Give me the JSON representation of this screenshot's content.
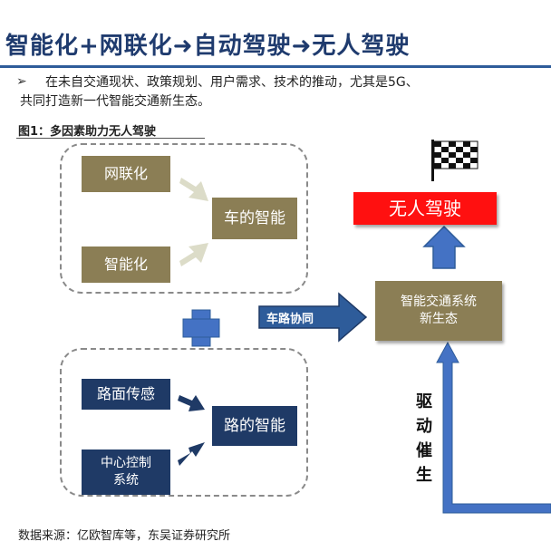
{
  "header": {
    "title": "智能化+网联化➜自动驾驶➜无人驾驶"
  },
  "bullet": {
    "mark": "➢",
    "line1": "在未自交通现状、政策规划、用户需求、技术的推动，尤其是5G、",
    "line2": "共同打造新一代智能交通新生态。"
  },
  "figure": {
    "caption": "图1：多因素助力无人驾驶",
    "source": "数据来源：亿欧智库等，东吴证券研究所"
  },
  "diagram": {
    "network_label": "网联化",
    "intelligent_label": "智能化",
    "vehicle_intel_label": "车的智能",
    "road_sensing_label": "路面传感",
    "central_control_label": "中心控制\n系统",
    "road_intel_label": "路的智能",
    "vehicle_road_label": "车路协同",
    "ecosystem_label": "智能交通系统\n新生态",
    "autonomous_label": "无人驾驶",
    "driver_label": "驱\n动\n催\n生"
  },
  "colors": {
    "title": "#1f3b6e",
    "olive_box": "#8b7e55",
    "navy_box": "#1f3a66",
    "red_box": "#ff1010",
    "blue_arrow": "#4472c4",
    "gray_arrow": "#dcdcc8"
  },
  "icons": {
    "finish_flag": "checkered-flag-icon",
    "plus": "plus-icon"
  }
}
